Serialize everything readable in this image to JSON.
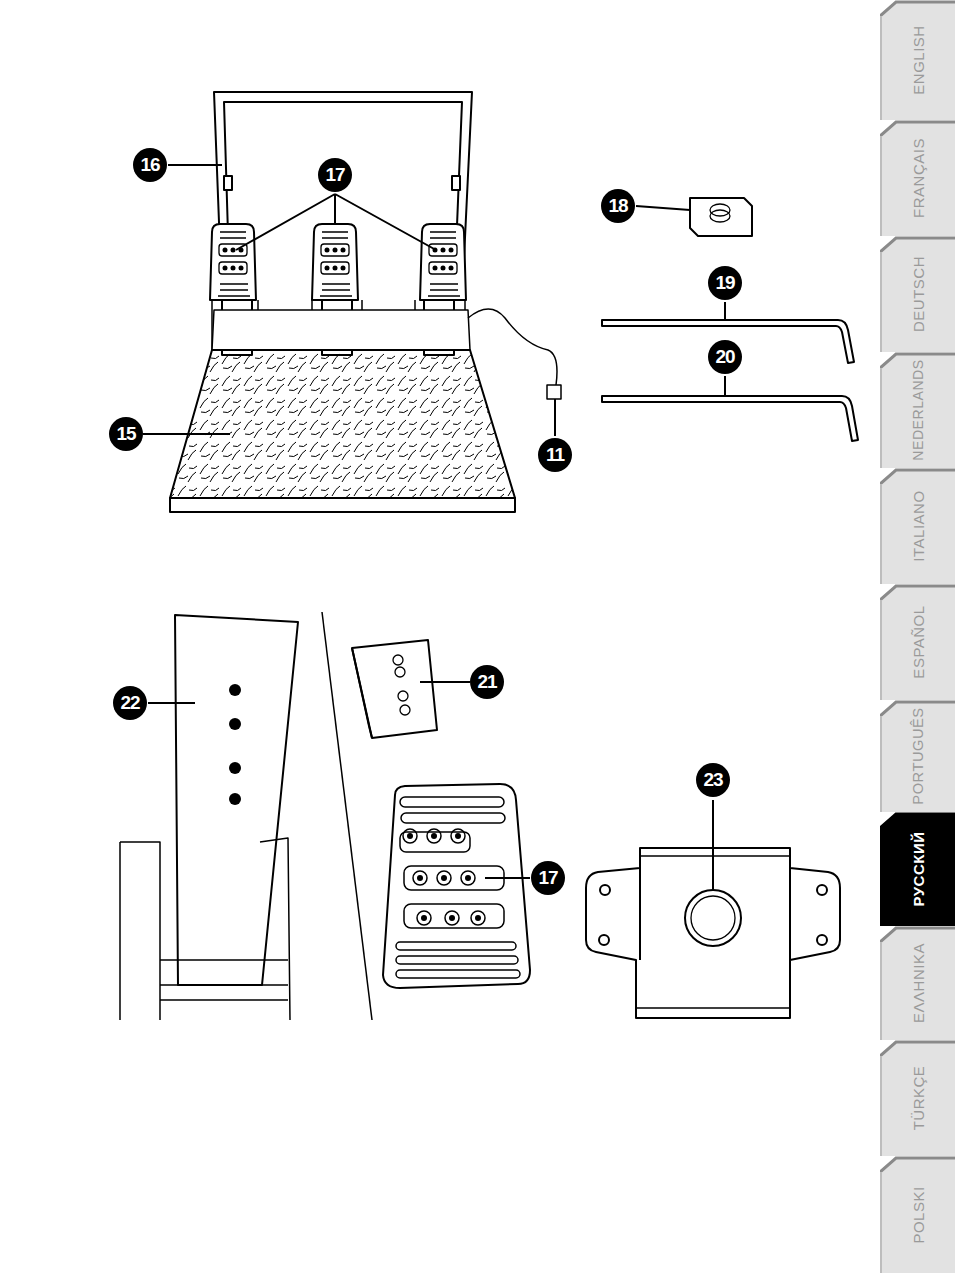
{
  "diagram": {
    "nodes": [
      {
        "text": [
          "ENGLISH"
        ]
      },
      {
        "text": [
          "FRANÇAIS"
        ]
      },
      {
        "text": [
          "DEUTSCH"
        ]
      },
      {
        "text": [
          "NEDERLANDS"
        ]
      },
      {
        "text": [
          "ITALIANO"
        ]
      },
      {
        "text": [
          "ESPAÑOL"
        ]
      },
      {
        "text": [
          "PORTUGUÊS"
        ]
      },
      {
        "text": [
          "РУССКИЙ"
        ]
      },
      {
        "text": [
          "ΕΛΛΗΝΙΚΑ"
        ]
      },
      {
        "text": [
          "TÜRKÇE"
        ]
      },
      {
        "text": [
          "POLSKI"
        ]
      }
    ],
    "labels": [
      "16",
      "17",
      "18",
      "19",
      "20",
      "15",
      "11",
      "22",
      "21",
      "17",
      "23"
    ]
  }
}
